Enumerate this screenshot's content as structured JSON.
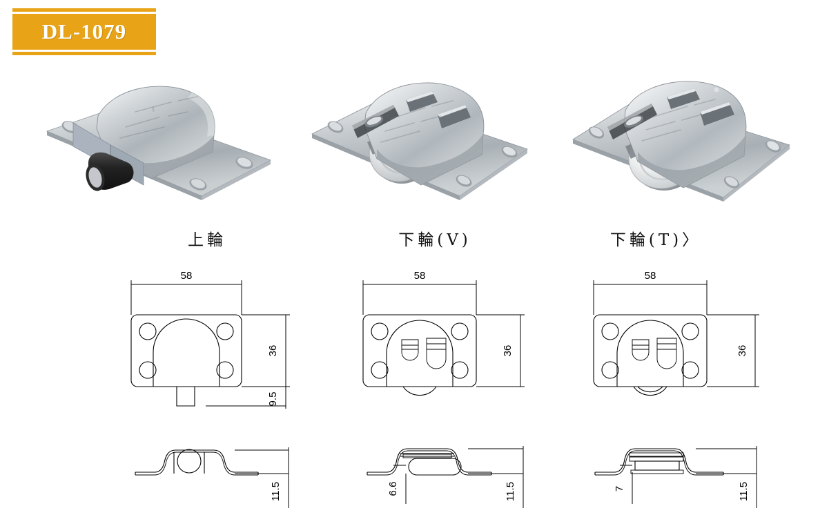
{
  "header": {
    "model_code": "DL-1079",
    "accent_color": "#E8A317",
    "text_color": "#FFFFFF"
  },
  "products": [
    {
      "id": "upper-wheel",
      "caption": "上輪",
      "photo_name": "photo-upper-wheel",
      "wheel_color": "#2b2b2b",
      "body_color": "#b9bfc4"
    },
    {
      "id": "lower-wheel-v",
      "caption": "下輪(V)",
      "photo_name": "photo-lower-wheel-v",
      "wheel_color": "#e9eaec",
      "body_color": "#b9bfc4"
    },
    {
      "id": "lower-wheel-t",
      "caption": "下輪(T)〉",
      "photo_name": "photo-lower-wheel-t",
      "wheel_color": "#f2f3f4",
      "body_color": "#b9bfc4"
    }
  ],
  "drawings": [
    {
      "id": "upper-wheel",
      "plan": {
        "width_label": "58",
        "height_label": "36",
        "extra_label": "9.5",
        "hole_count": 4,
        "feature": "dome"
      },
      "side": {
        "height_label": "11.5",
        "inner_label": null,
        "feature": "circle"
      }
    },
    {
      "id": "lower-wheel-v",
      "plan": {
        "width_label": "58",
        "height_label": "36",
        "extra_label": null,
        "hole_count": 4,
        "feature": "two-slots"
      },
      "side": {
        "height_label": "11.5",
        "inner_label": "6.6",
        "feature": "oval"
      }
    },
    {
      "id": "lower-wheel-t",
      "plan": {
        "width_label": "58",
        "height_label": "36",
        "extra_label": null,
        "hole_count": 4,
        "feature": "two-slots"
      },
      "side": {
        "height_label": "11.5",
        "inner_label": "7",
        "feature": "stack"
      }
    }
  ]
}
